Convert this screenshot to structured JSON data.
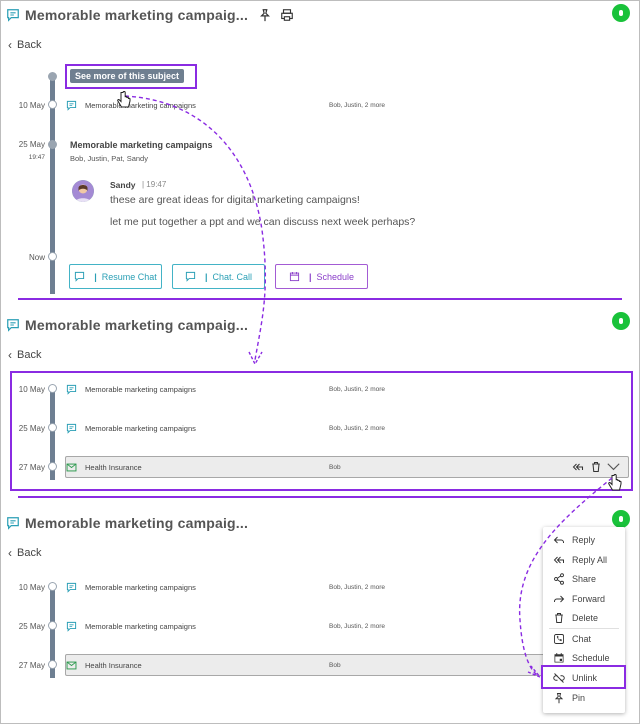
{
  "header": {
    "title": "Memorable marketing campaig..."
  },
  "back_label": "Back",
  "panel1": {
    "see_more_label": "See more of this subject",
    "timeline": {
      "d1": "10 May",
      "d2": "25 May",
      "d2_time": "19:47",
      "now": "Now"
    },
    "row1": {
      "subject": "Memorable marketing campaigns",
      "participants": "Bob, Justin, 2 more"
    },
    "group": {
      "title": "Memorable marketing campaigns",
      "members": "Bob, Justin, Pat, Sandy"
    },
    "message": {
      "sender": "Sandy",
      "time": "| 19:47",
      "line1": "these are great ideas for digital marketing campaigns!",
      "line2": "let me put together a ppt and we can discuss next week perhaps?"
    },
    "actions": {
      "resume": "Resume Chat",
      "chat_call": "Chat. Call",
      "schedule": "Schedule",
      "sep": "|"
    }
  },
  "panel2": {
    "rows": [
      {
        "date": "10 May",
        "subject": "Memorable marketing campaigns",
        "participants": "Bob, Justin, 2 more"
      },
      {
        "date": "25 May",
        "subject": "Memorable marketing campaigns",
        "participants": "Bob, Justin, 2 more"
      },
      {
        "date": "27 May",
        "subject": "Health Insurance",
        "participants": "Bob"
      }
    ]
  },
  "panel3": {
    "rows": [
      {
        "date": "10 May",
        "subject": "Memorable marketing campaigns",
        "participants": "Bob, Justin, 2 more"
      },
      {
        "date": "25 May",
        "subject": "Memorable marketing campaigns",
        "participants": "Bob, Justin, 2 more"
      },
      {
        "date": "27 May",
        "subject": "Health Insurance",
        "participants": "Bob"
      }
    ],
    "menu": [
      "Reply",
      "Reply All",
      "Share",
      "Forward",
      "Delete",
      "Chat",
      "Schedule",
      "Unlink",
      "Pin"
    ]
  },
  "colors": {
    "accent": "#8a2be2",
    "timeline": "#6e7f92",
    "teal": "#2a9fb5",
    "presence": "#19c23a"
  }
}
